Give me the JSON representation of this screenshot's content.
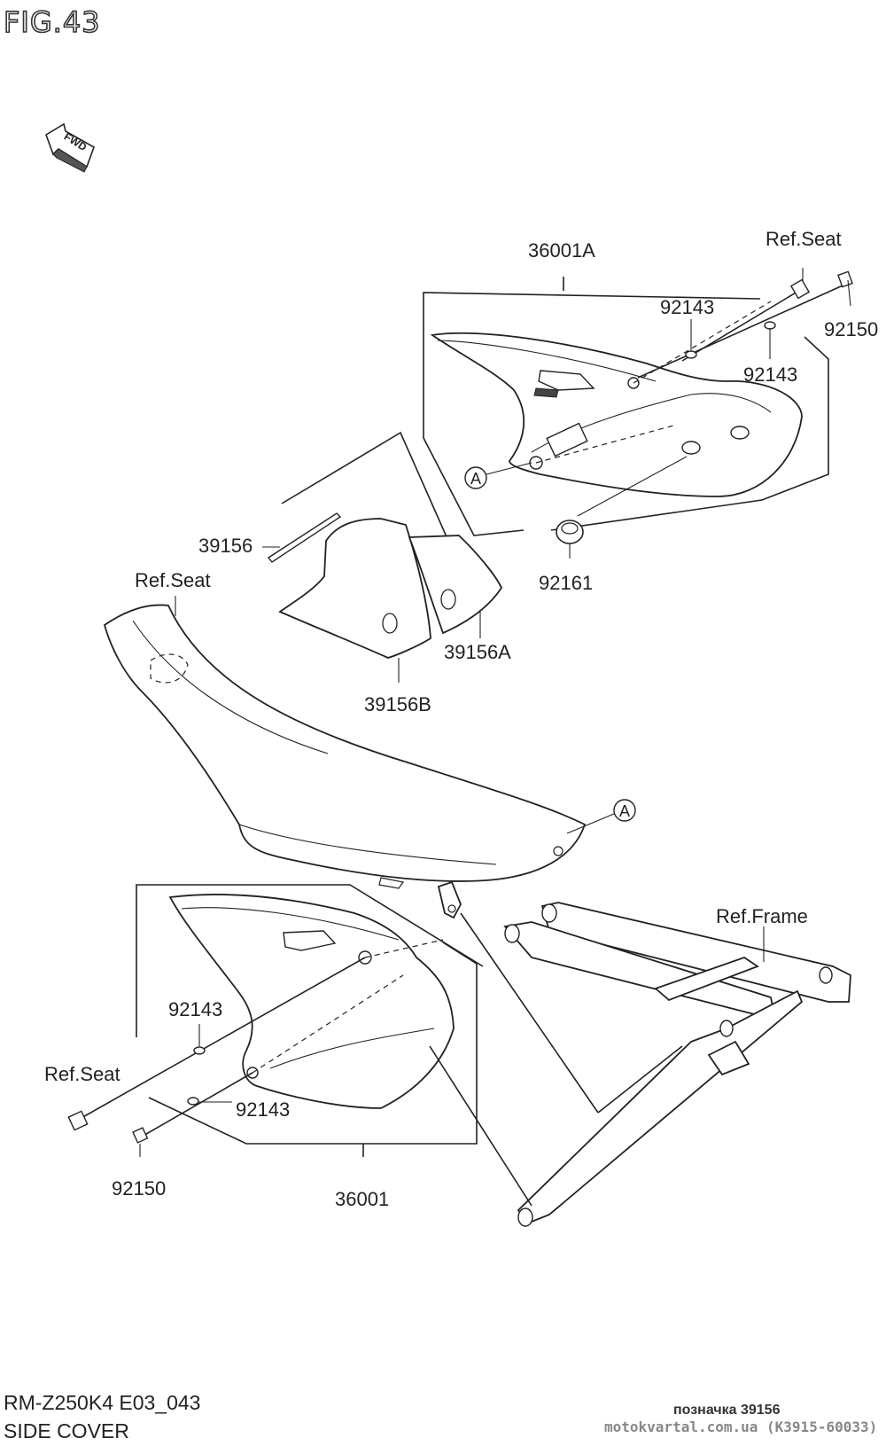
{
  "figure_title": "FIG.43",
  "direction_arrow": "FWD",
  "callouts": {
    "ref_seat_top": "Ref.Seat",
    "p36001A": "36001A",
    "p92143_a": "92143",
    "p92143_b": "92143",
    "p92150_a": "92150",
    "ref_a_upper": "A",
    "p39156": "39156",
    "p92161": "92161",
    "ref_seat_mid": "Ref.Seat",
    "p39156A": "39156A",
    "p39156B": "39156B",
    "ref_a_lower": "A",
    "ref_frame": "Ref.Frame",
    "p92143_c": "92143",
    "ref_seat_low": "Ref.Seat",
    "p92143_d": "92143",
    "p92150_b": "92150",
    "p36001": "36001"
  },
  "footer": {
    "model_code": "RM-Z250K4 E03_043",
    "section_name": "SIDE COVER"
  },
  "watermark": {
    "part_ref": "позначка 39156",
    "site": "motokvartal.com.ua (K3915-60033)"
  }
}
